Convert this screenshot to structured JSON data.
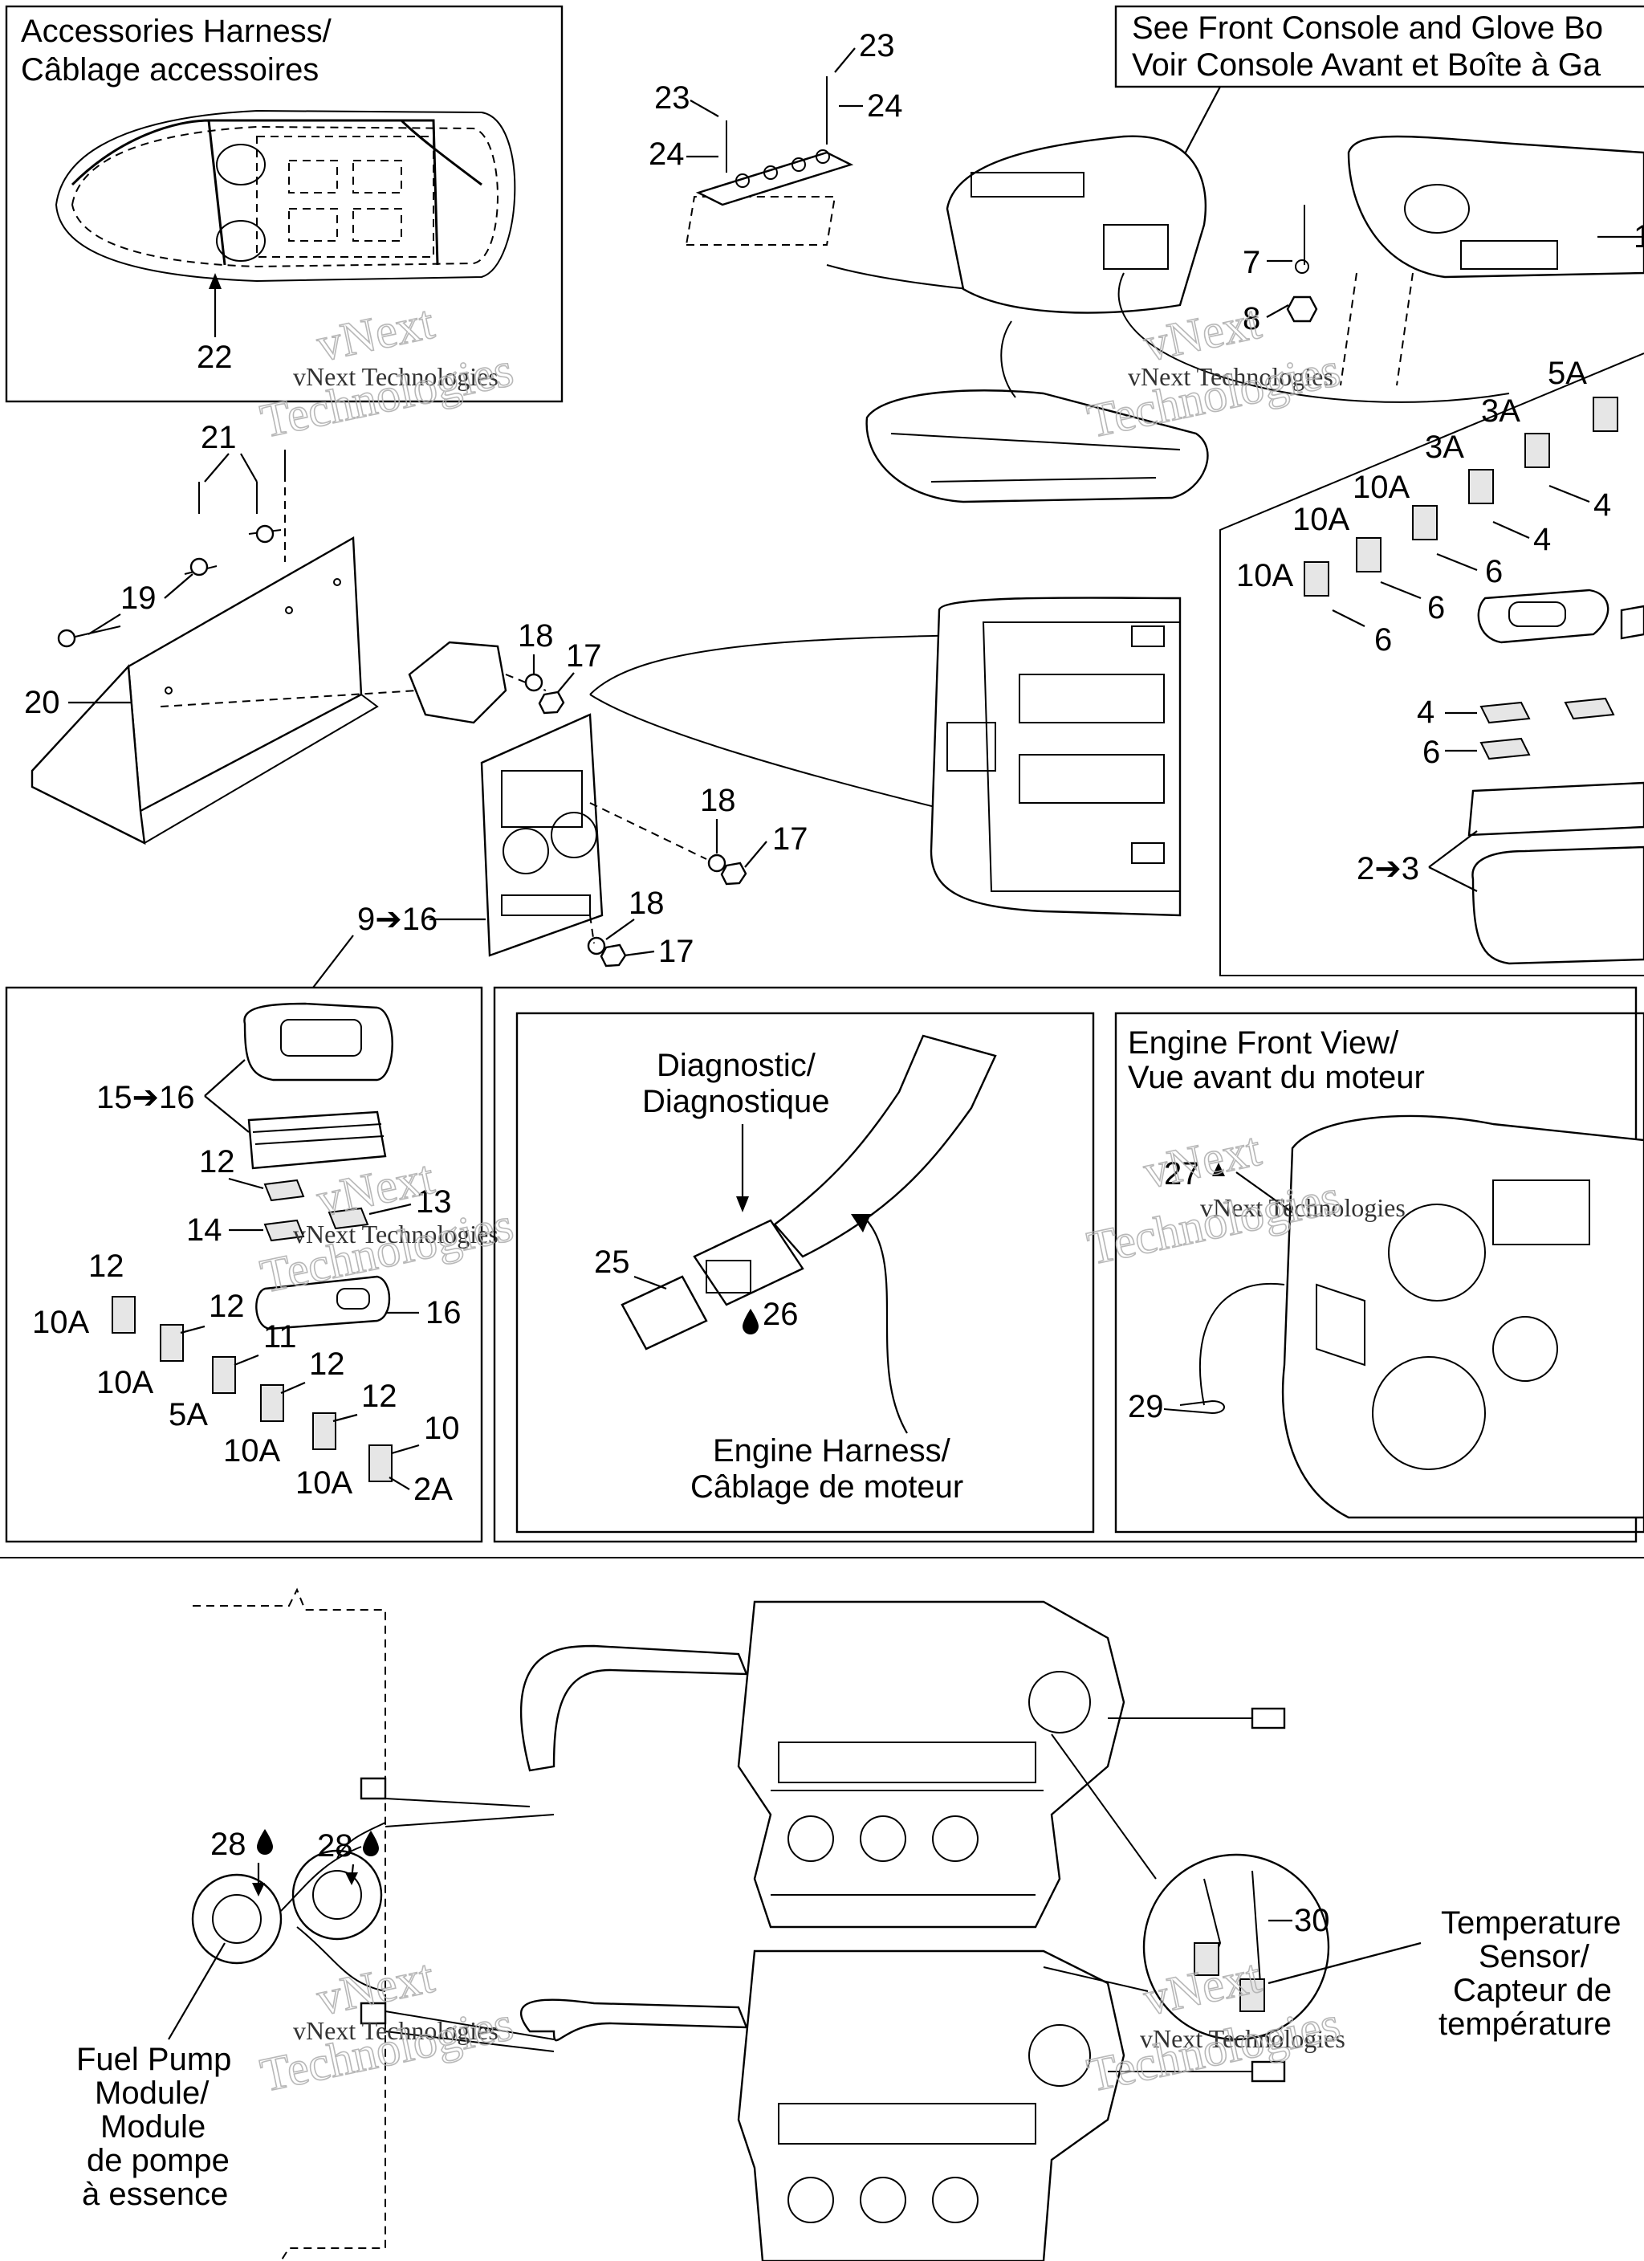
{
  "panels": {
    "accessories": {
      "title_line1": "Accessories Harness/",
      "title_line2": "Câblage accessoires"
    },
    "console_ref": {
      "line1": "See Front Console and Glove Bo",
      "line2": "Voir Console Avant et Boîte à Ga"
    },
    "diagnostic": {
      "label_line1": "Diagnostic/",
      "label_line2": "Diagnostique",
      "engine_line1": "Engine Harness/",
      "engine_line2": "Câblage de moteur"
    },
    "engine_front": {
      "title_line1": "Engine Front View/",
      "title_line2": "Vue avant du moteur"
    },
    "fuel_pump": {
      "line1": "Fuel Pump",
      "line2": "Module/",
      "line3": "Module",
      "line4": "de pompe",
      "line5": "à essence"
    },
    "temp_sensor": {
      "line1": "Temperature",
      "line2": "Sensor/",
      "line3": "Capteur de",
      "line4": "température"
    }
  },
  "watermark": {
    "line1": "vNext",
    "line2": "vNext Technologies",
    "line3": "Technologies"
  },
  "callouts": {
    "c1": "1",
    "c2to3": "2➔3",
    "c4": "4",
    "c5a": "5A",
    "c3a": "3A",
    "c6": "6",
    "c7": "7",
    "c8": "8",
    "c9to16": "9➔16",
    "c10": "10",
    "c10a": "10A",
    "c11": "11",
    "c12": "12",
    "c13": "13",
    "c14": "14",
    "c15to16": "15➔16",
    "c16": "16",
    "c17": "17",
    "c18": "18",
    "c19": "19",
    "c20": "20",
    "c21": "21",
    "c22": "22",
    "c23": "23",
    "c24": "24",
    "c25": "25",
    "c26": "26",
    "c27": "27",
    "c28": "28",
    "c29": "29",
    "c30": "30",
    "c2a": "2A"
  },
  "icons": [
    "drop-icon",
    "arrow-right-icon",
    "arrow-up-icon"
  ]
}
